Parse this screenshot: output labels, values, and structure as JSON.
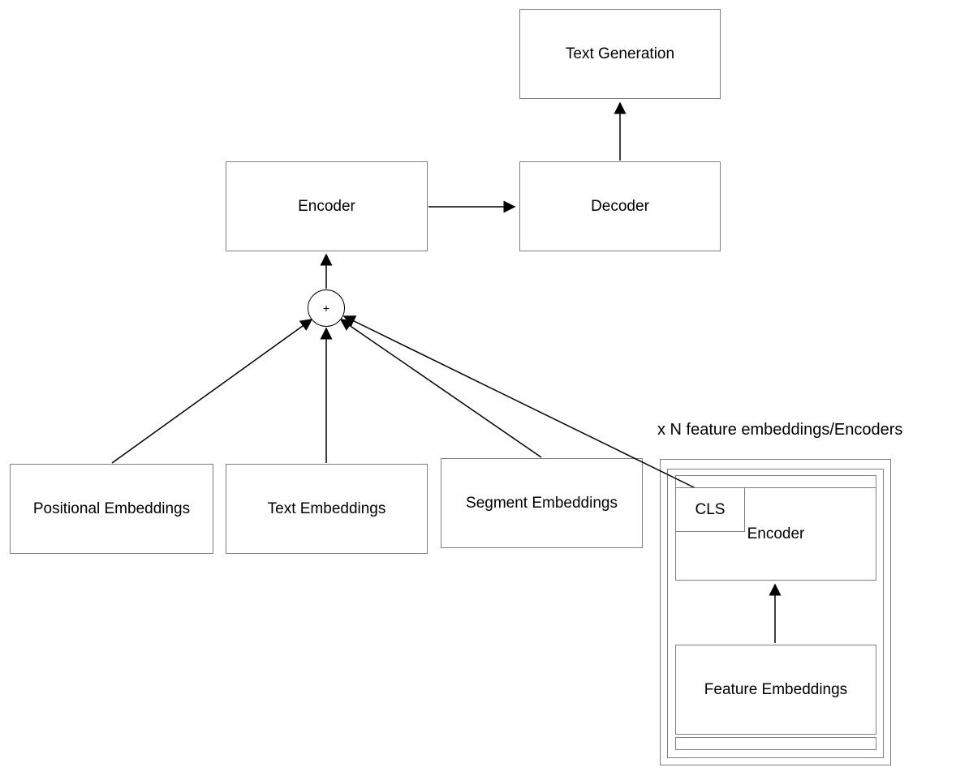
{
  "diagram": {
    "caption": "x N feature embeddings/Encoders",
    "nodes": {
      "text_generation": "Text Generation",
      "encoder": "Encoder",
      "decoder": "Decoder",
      "positional_embeddings": "Positional Embeddings",
      "text_embeddings": "Text Embeddings",
      "segment_embeddings": "Segment Embeddings",
      "plus": "+",
      "cls": "CLS",
      "feature_encoder": "Encoder",
      "feature_embeddings": "Feature Embeddings"
    },
    "colors": {
      "background": "#ffffff",
      "box_border": "#808080",
      "arrow": "#000000",
      "text": "#000000"
    }
  }
}
